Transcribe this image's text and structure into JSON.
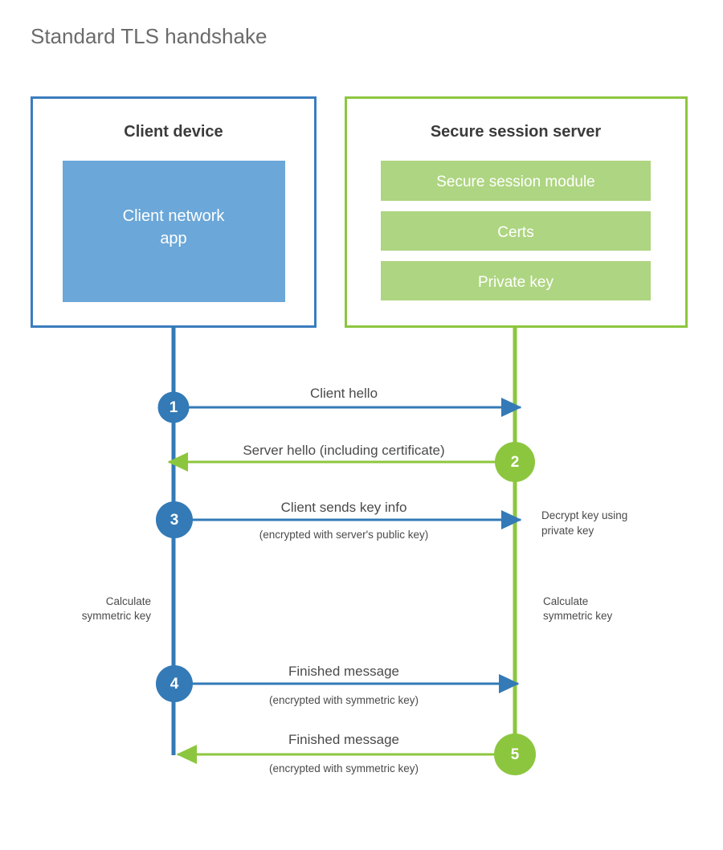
{
  "title": "Standard TLS handshake",
  "colors": {
    "client_border": "#3B7DBE",
    "client_fill": "#6BA7D8",
    "server_border": "#8DC63F",
    "server_fill": "#AED581",
    "client_accent": "#337AB7",
    "server_accent": "#8CC63E",
    "text": "#4a4a4a",
    "title_text": "#6b6b6b",
    "background": "#ffffff"
  },
  "client": {
    "title": "Client device",
    "app_label_line1": "Client network",
    "app_label_line2": "app"
  },
  "server": {
    "title": "Secure session server",
    "bars": [
      {
        "label": "Secure session module"
      },
      {
        "label": "Certs"
      },
      {
        "label": "Private key"
      }
    ]
  },
  "steps": [
    {
      "number": "1",
      "side": "client",
      "direction": "right",
      "label": "Client hello",
      "sublabel": ""
    },
    {
      "number": "2",
      "side": "server",
      "direction": "left",
      "label": "Server hello (including certificate)",
      "sublabel": ""
    },
    {
      "number": "3",
      "side": "client",
      "direction": "right",
      "label": "Client sends key info",
      "sublabel": "(encrypted with server's public key)"
    },
    {
      "number": "4",
      "side": "client",
      "direction": "right",
      "label": "Finished message",
      "sublabel": "(encrypted with symmetric key)"
    },
    {
      "number": "5",
      "side": "server",
      "direction": "left",
      "label": "Finished message",
      "sublabel": "(encrypted with symmetric key)"
    }
  ],
  "notes": {
    "decrypt_line1": "Decrypt key using",
    "decrypt_line2": "private key",
    "client_calc_line1": "Calculate",
    "client_calc_line2": "symmetric key",
    "server_calc_line1": "Calculate",
    "server_calc_line2": "symmetric key"
  }
}
